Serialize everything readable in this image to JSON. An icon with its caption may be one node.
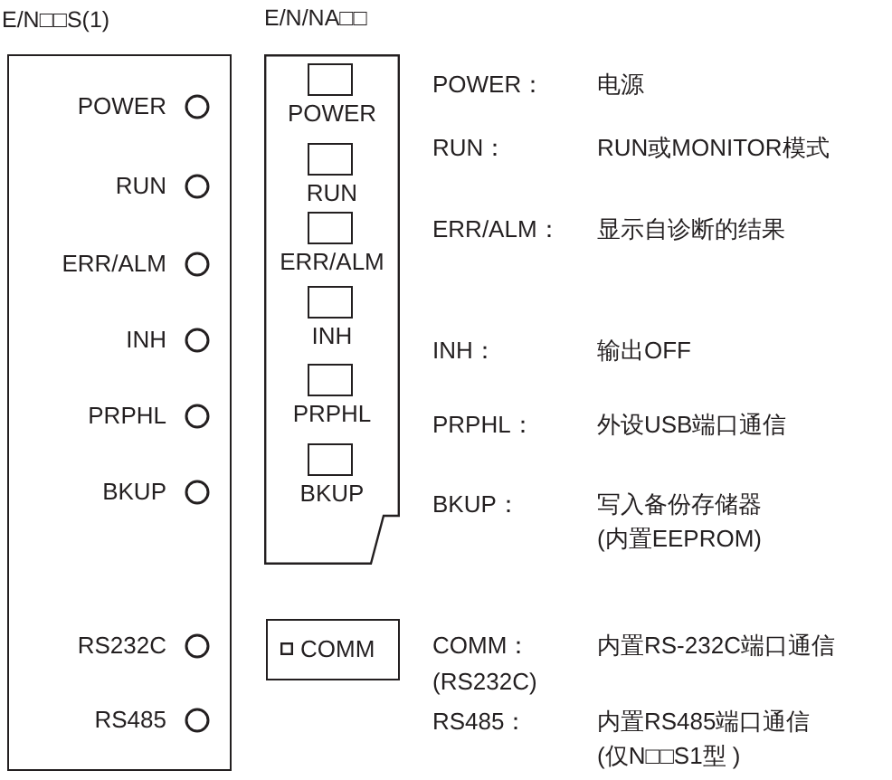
{
  "diagram": {
    "nodes": [
      {
        "text": [
          "E/N□□S(1)"
        ]
      },
      {
        "text": [
          "POWER"
        ],
        "in": 0
      },
      {
        "text": [
          "RUN"
        ],
        "in": 0
      },
      {
        "text": [
          "ERR/ALM"
        ],
        "in": 0
      },
      {
        "text": [
          "INH"
        ],
        "in": 0
      },
      {
        "text": [
          "PRPHL"
        ],
        "in": 0
      },
      {
        "text": [
          "BKUP"
        ],
        "in": 0
      },
      {
        "text": [
          "RS232C"
        ],
        "in": 0
      },
      {
        "text": [
          "RS485"
        ],
        "in": 0
      },
      {
        "text": [
          "E/N/NA□□"
        ]
      },
      {
        "text": [
          "POWER"
        ],
        "in": 9
      },
      {
        "text": [
          "RUN"
        ],
        "in": 9
      },
      {
        "text": [
          "ERR/ALM"
        ],
        "in": 9
      },
      {
        "text": [
          "INH"
        ],
        "in": 9
      },
      {
        "text": [
          "PRPHL"
        ],
        "in": 9
      },
      {
        "text": [
          "BKUP"
        ],
        "in": 9
      },
      {
        "text": [
          "COMM"
        ]
      }
    ],
    "labels": [
      "POWER：",
      "电源",
      "RUN：",
      "RUN或MONITOR模式",
      "ERR/ALM：",
      "显示自诊断的结果",
      "INH：",
      "输出OFF",
      "PRPHL：",
      "外设USB端口通信",
      "BKUP：",
      "写入备份存储器(内置EEPROM)",
      "COMM：",
      "内置RS-232C端口通信",
      "(RS232C)",
      "RS485：",
      "内置RS485端口通信(仅N□□S1型 )"
    ]
  }
}
